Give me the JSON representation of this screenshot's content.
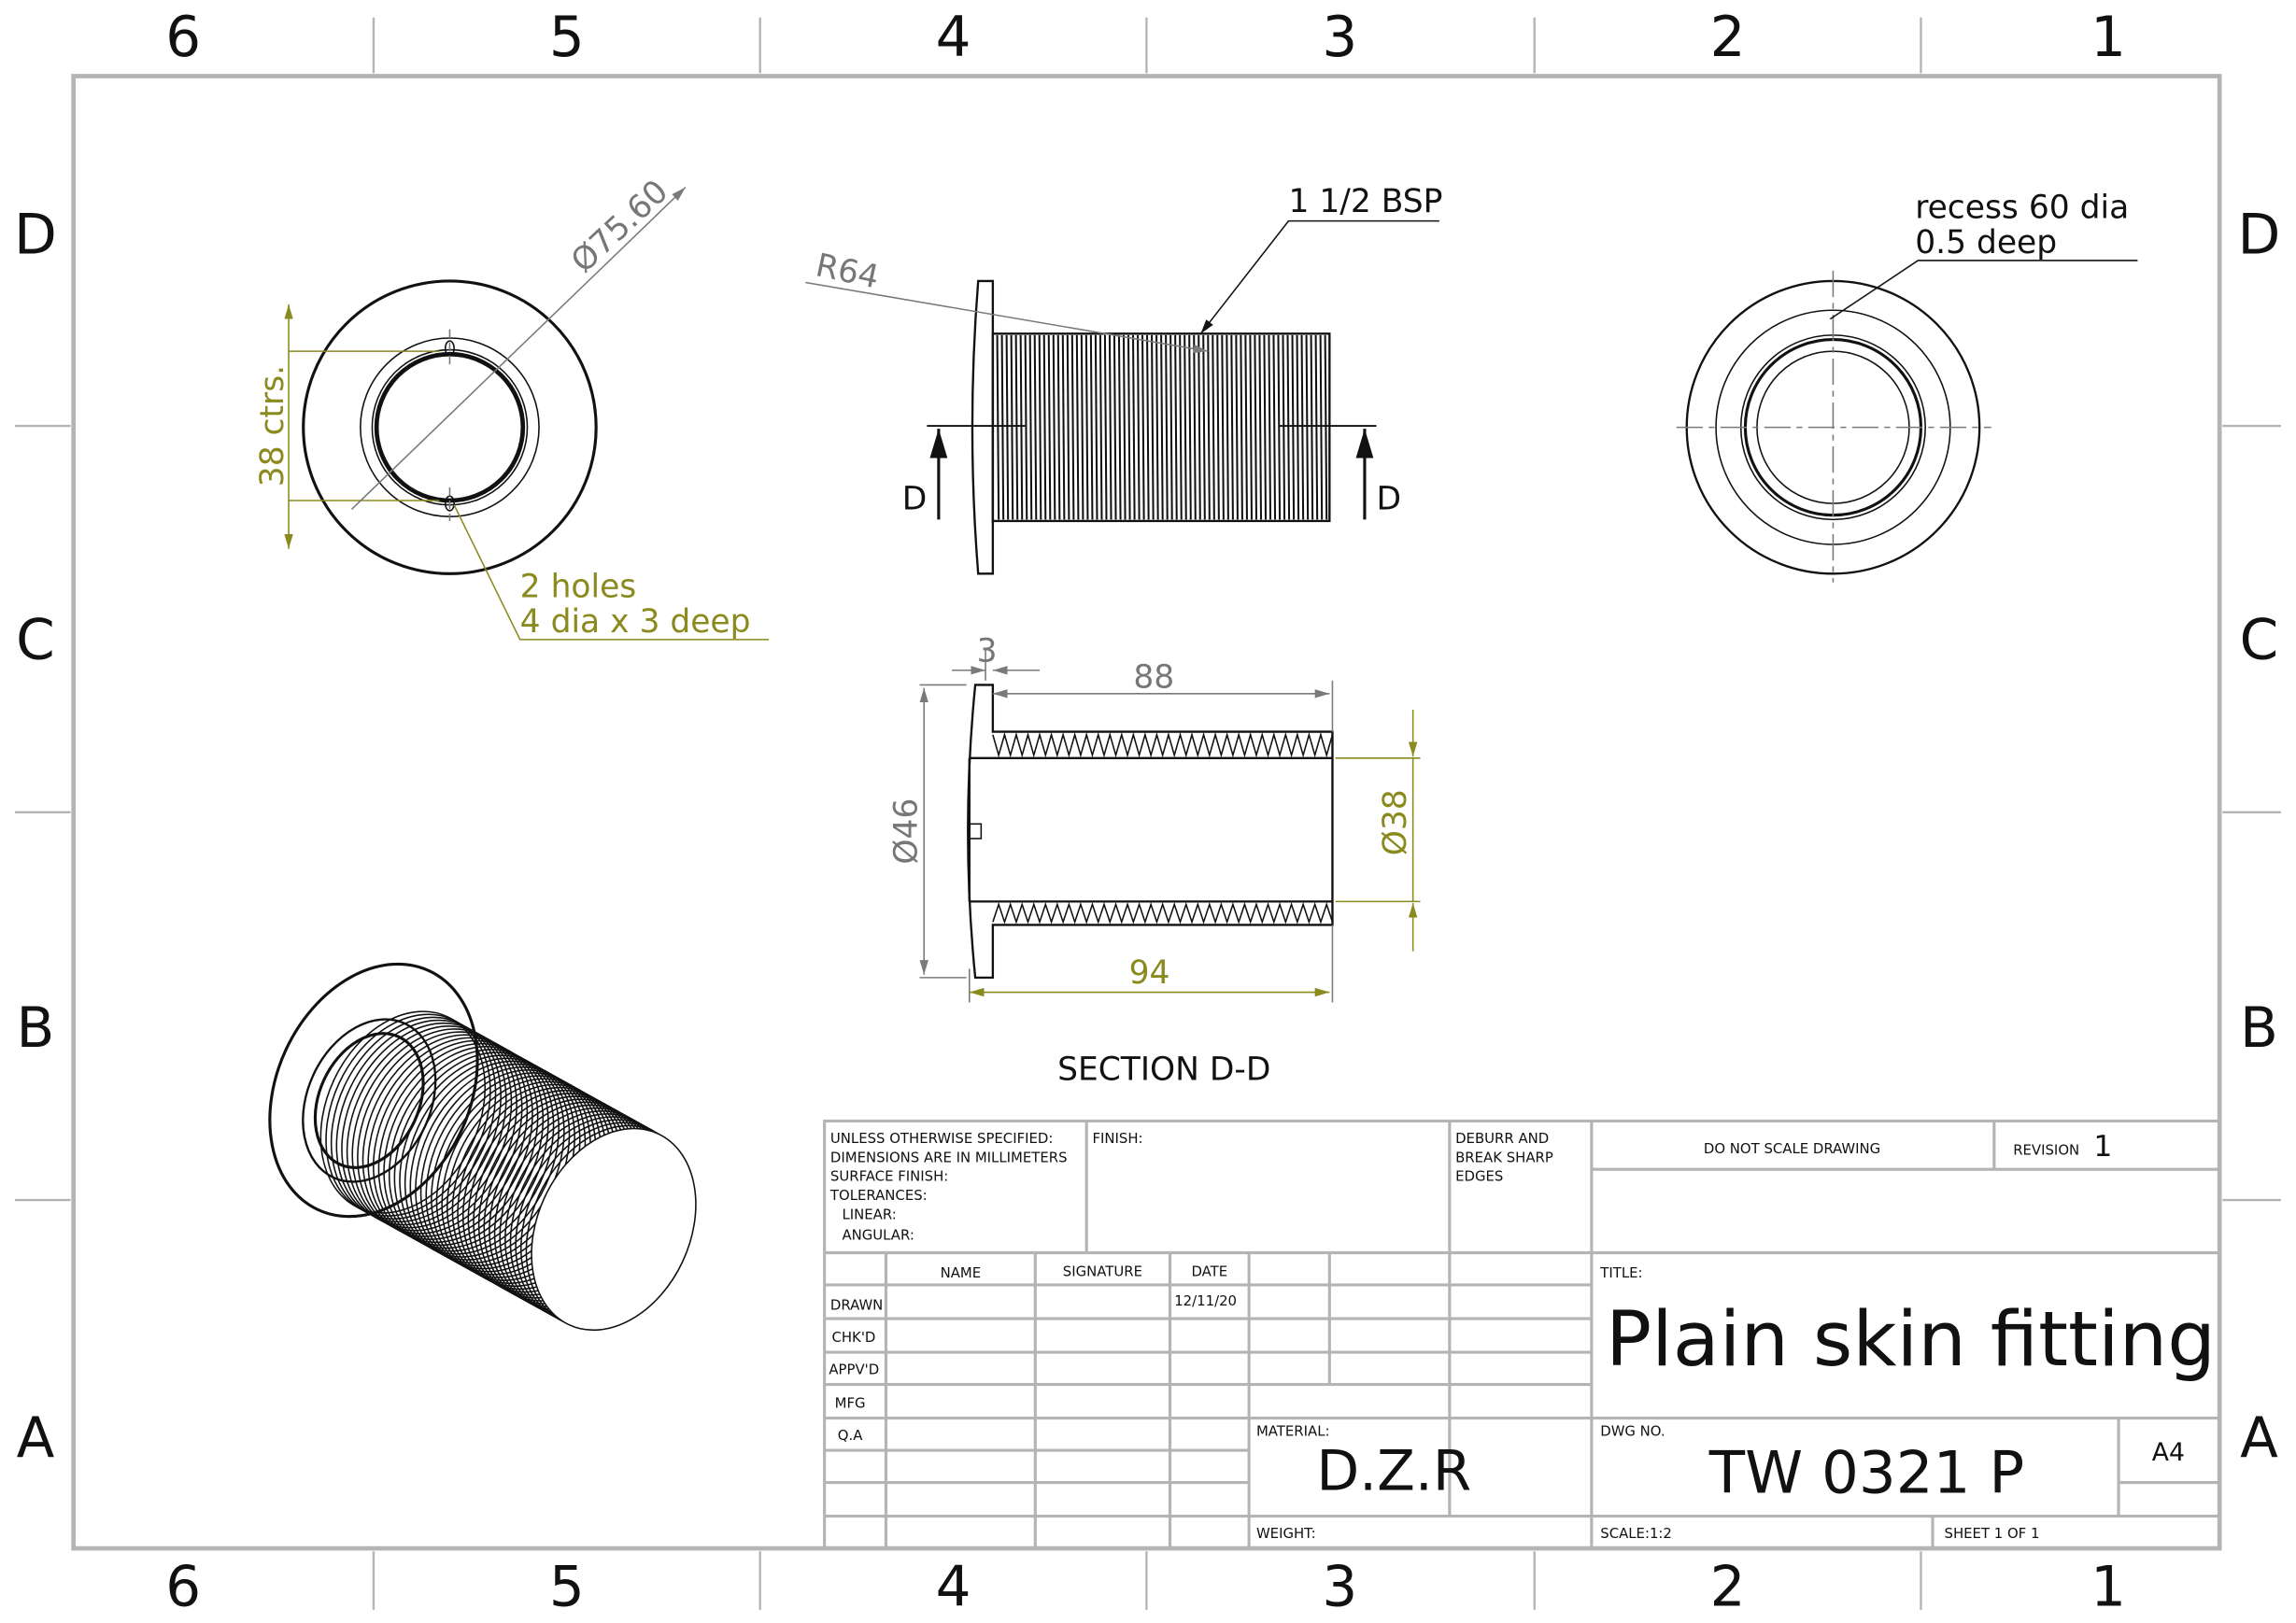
{
  "zones": {
    "columns": [
      "6",
      "5",
      "4",
      "3",
      "2",
      "1"
    ],
    "rows": [
      "D",
      "C",
      "B",
      "A"
    ]
  },
  "colors": {
    "frame": "#b4b4b4",
    "dimension_gray": "#777777",
    "dimension_olive": "#8a8a1e",
    "line": "#111111"
  },
  "front_view": {
    "diameter_dim": "Ø75.60",
    "ctrs_dim": "38 ctrs.",
    "holes_note_1": "2 holes",
    "holes_note_2": "4 dia x 3 deep"
  },
  "side_view": {
    "radius_dim": "R64",
    "thread_note": "1 1/2 BSP",
    "section_label_left": "D",
    "section_label_right": "D"
  },
  "rear_view": {
    "recess_note_1": "recess 60 dia",
    "recess_note_2": "0.5 deep"
  },
  "section_view": {
    "flange_dim": "3",
    "thread_length_dim": "88",
    "overall_length_dim": "94",
    "outer_dia_dim": "Ø46",
    "bore_dia_dim": "Ø38",
    "title": "SECTION D-D"
  },
  "title_block": {
    "notes": [
      "UNLESS OTHERWISE SPECIFIED:",
      "DIMENSIONS ARE IN MILLIMETERS",
      "SURFACE FINISH:",
      "TOLERANCES:",
      "LINEAR:",
      "ANGULAR:"
    ],
    "finish_label": "FINISH:",
    "deburr": [
      "DEBURR AND",
      "BREAK SHARP",
      "EDGES"
    ],
    "do_not_scale": "DO NOT SCALE DRAWING",
    "revision_label": "REVISION",
    "revision_value": "1",
    "headers": {
      "name": "NAME",
      "signature": "SIGNATURE",
      "date": "DATE"
    },
    "rows": [
      "DRAWN",
      "CHK'D",
      "APPV'D",
      "MFG",
      "Q.A"
    ],
    "drawn_date": "12/11/20",
    "title_label": "TITLE:",
    "title": "Plain skin fitting",
    "material_label": "MATERIAL:",
    "material": "D.Z.R",
    "dwg_no_label": "DWG NO.",
    "dwg_no": "TW 0321 P",
    "size": "A4",
    "weight_label": "WEIGHT:",
    "scale": "SCALE:1:2",
    "sheet": "SHEET 1 OF 1"
  }
}
